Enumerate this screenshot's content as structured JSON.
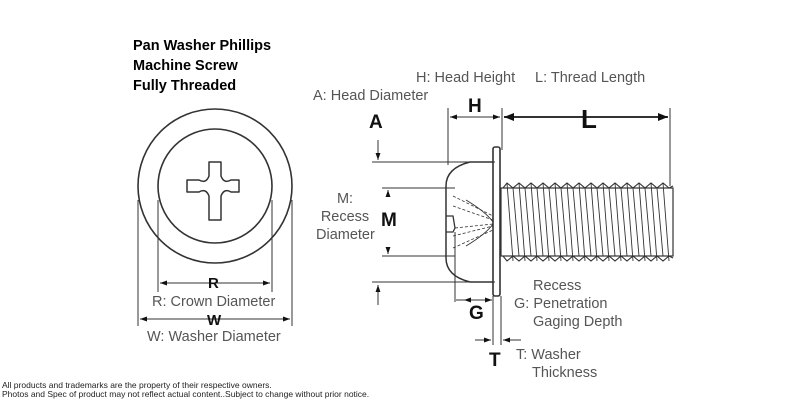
{
  "title": {
    "line1": "Pan Washer Phillips",
    "line2": "Machine Screw",
    "line3": "Fully Threaded"
  },
  "labels": {
    "head_height": "H: Head Height",
    "thread_length": "L: Thread Length",
    "head_diameter": "A: Head Diameter",
    "recess_diameter_1": "M:",
    "recess_diameter_2": "Recess",
    "recess_diameter_3": "Diameter",
    "crown_diameter": "R: Crown Diameter",
    "washer_diameter": "W: Washer Diameter",
    "recess_depth_1": "Recess",
    "recess_depth_2": "G: Penetration",
    "recess_depth_3": "Gaging Depth",
    "washer_thickness_1": "T: Washer",
    "washer_thickness_2": "Thickness"
  },
  "dimension_letters": {
    "a": "A",
    "h": "H",
    "l": "L",
    "m": "M",
    "r": "R",
    "w": "W",
    "g": "G",
    "t": "T"
  },
  "disclaimer": {
    "line1": "All products and trademarks are the property of their respective owners.",
    "line2": "Photos and Spec of product may not reflect actual content..Subject to change without prior notice."
  },
  "colors": {
    "drawing": "#333333",
    "label": "#555555",
    "title": "#000000"
  }
}
